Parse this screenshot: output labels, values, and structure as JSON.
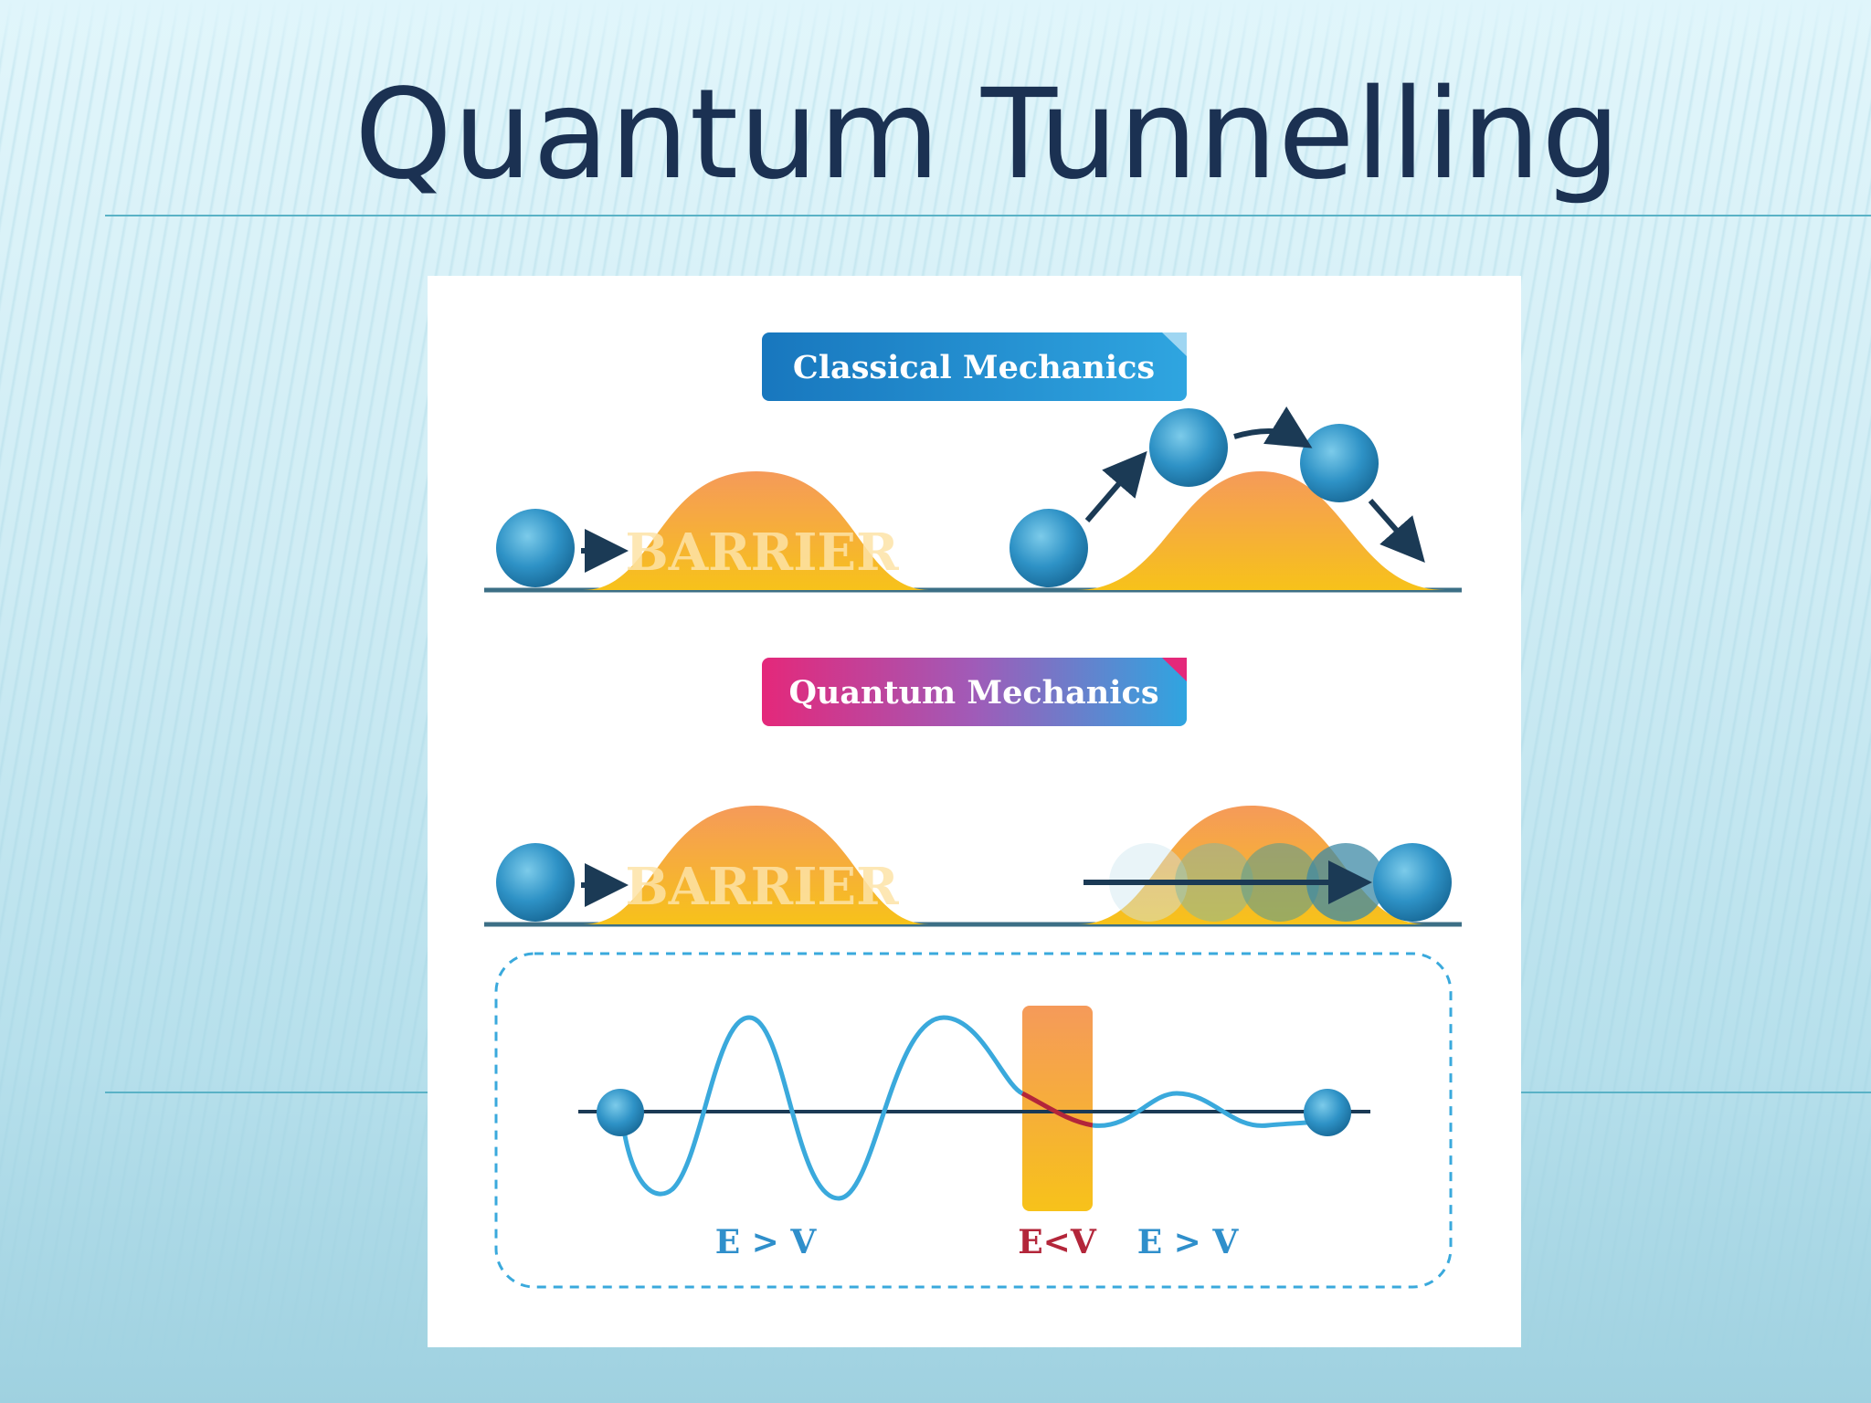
{
  "slide": {
    "title": "Quantum Tunnelling"
  },
  "diagram": {
    "classical_label": "Classical Mechanics",
    "quantum_label": "Quantum Mechanics",
    "barrier_text": "BARRIER",
    "wave_labels": {
      "left": "E > V",
      "middle": "E<V",
      "right": "E > V"
    },
    "colors": {
      "ball": "#2e92c6",
      "barrier_top": "#f59a5a",
      "barrier_bottom": "#f7c21a",
      "wave": "#3aa9dc",
      "wave_inside": "#b3263a",
      "label_blue": "#2f8fcb",
      "label_red": "#b3263a",
      "baseline": "#3c6f86"
    }
  }
}
